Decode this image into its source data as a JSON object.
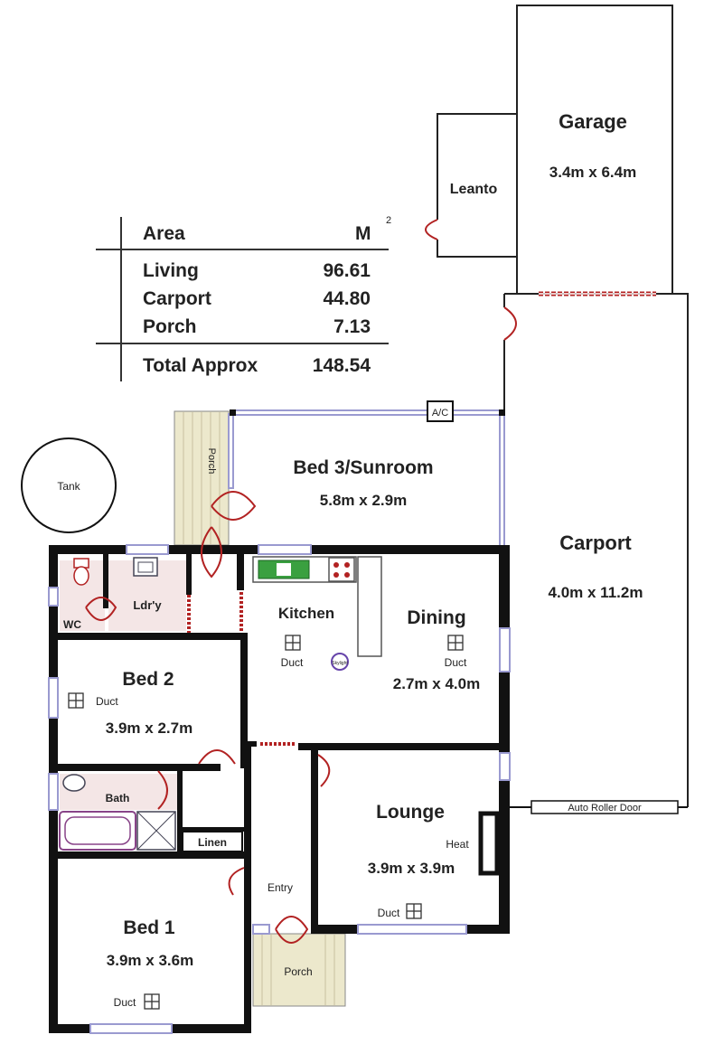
{
  "area_table": {
    "header": "Area",
    "unit": "M",
    "unit_power": "2",
    "rows": [
      {
        "label": "Living",
        "value": "96.61"
      },
      {
        "label": "Carport",
        "value": "44.80"
      },
      {
        "label": "Porch",
        "value": "7.13"
      }
    ],
    "total_label": "Total Approx",
    "total_value": "148.54"
  },
  "rooms": {
    "garage": {
      "name": "Garage",
      "size": "3.4m x 6.4m"
    },
    "leanto": {
      "name": "Leanto"
    },
    "carport": {
      "name": "Carport",
      "size": "4.0m x 11.2m"
    },
    "bed3": {
      "name": "Bed 3/Sunroom",
      "size": "5.8m x 2.9m"
    },
    "kitchen": {
      "name": "Kitchen"
    },
    "dining": {
      "name": "Dining",
      "size": "2.7m x 4.0m"
    },
    "bed2": {
      "name": "Bed 2",
      "size": "3.9m x 2.7m"
    },
    "lounge": {
      "name": "Lounge",
      "size": "3.9m x 3.9m"
    },
    "bed1": {
      "name": "Bed 1",
      "size": "3.9m x 3.6m"
    },
    "wc": {
      "name": "WC"
    },
    "laundry": {
      "name": "Ldr'y"
    },
    "bath": {
      "name": "Bath"
    },
    "linen": {
      "name": "Linen"
    },
    "entry": {
      "name": "Entry"
    }
  },
  "labels": {
    "tank": "Tank",
    "porch_top": "Porch",
    "porch_front": "Porch",
    "ac": "A/C",
    "auto_roller_door": "Auto Roller Door",
    "heat": "Heat",
    "duct": "Duct",
    "skylight": "Skylight"
  },
  "colors": {
    "wall": "#111111",
    "door": "#b22222",
    "window": "#9a9ad0",
    "porch_fill": "#ece8cc",
    "bath_fill": "#f4e6e6",
    "kitchen_sink": "#3aa040"
  }
}
